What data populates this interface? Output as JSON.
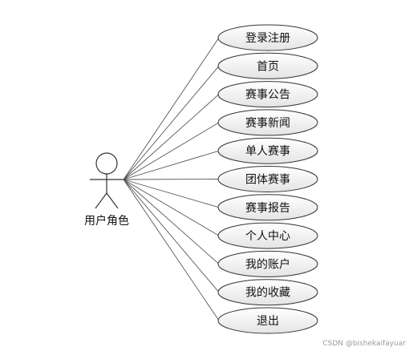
{
  "actor": {
    "label": "用户角色"
  },
  "use_cases": [
    {
      "label": "登录注册"
    },
    {
      "label": "首页"
    },
    {
      "label": "赛事公告"
    },
    {
      "label": "赛事新闻"
    },
    {
      "label": "单人赛事"
    },
    {
      "label": "团体赛事"
    },
    {
      "label": "赛事报告"
    },
    {
      "label": "个人中心"
    },
    {
      "label": "我的账户"
    },
    {
      "label": "我的收藏"
    },
    {
      "label": "退出"
    }
  ],
  "watermark": "CSDN @bishekaifayuar",
  "colors": {
    "ellipse_fill_top": "#ffffff",
    "ellipse_fill_bottom": "#e6e6e6",
    "line": "#555555"
  }
}
